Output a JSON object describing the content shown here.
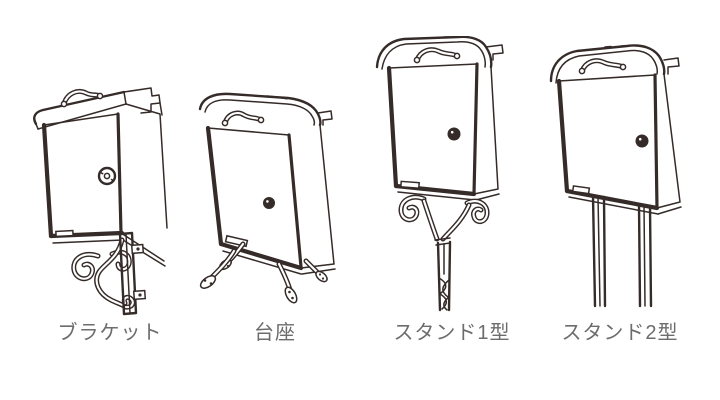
{
  "page": {
    "background": "#ffffff",
    "line_color": "#352b28",
    "label_color": "#6e6c6c",
    "description_labels_only": true
  },
  "items": [
    {
      "id": "bracket",
      "label": "ブラケット"
    },
    {
      "id": "pedestal",
      "label": "台座"
    },
    {
      "id": "stand-1",
      "label": "スタンド1型"
    },
    {
      "id": "stand-2",
      "label": "スタンド2型"
    }
  ]
}
